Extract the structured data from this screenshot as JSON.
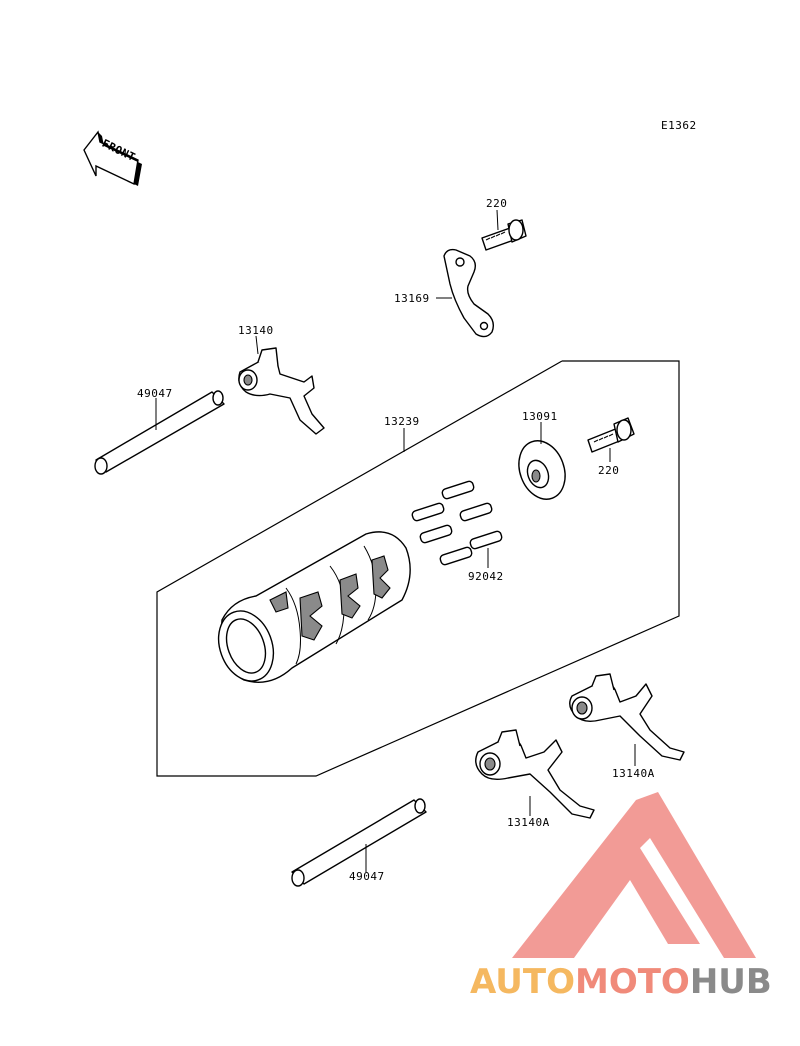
{
  "diagram_code": "E1362",
  "front_label": "FRONT",
  "parts": {
    "bolt_top": "220",
    "plate": "13169",
    "fork_left": "13140",
    "shaft_top": "49047",
    "drum": "13239",
    "holder": "13091",
    "bolt_right": "220",
    "pins": "92042",
    "fork_a_right": "13140A",
    "fork_a_left": "13140A",
    "shaft_bottom": "49047"
  },
  "watermark": {
    "part1": "AUTO",
    "part2": "MOTO",
    "part3": "HUB",
    "colors": {
      "auto": "#f5b860",
      "moto": "#f08a7a",
      "hub": "#8a8a8a",
      "logo": "#f08a84"
    }
  }
}
